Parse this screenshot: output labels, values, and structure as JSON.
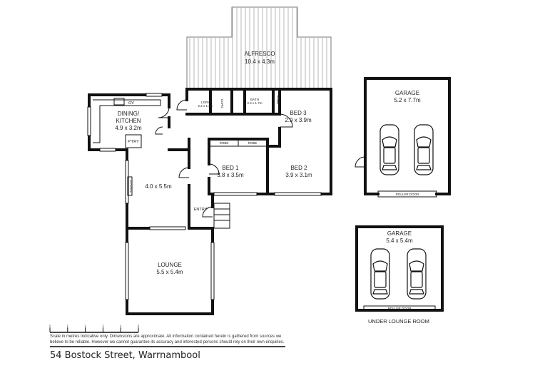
{
  "address": "54 Bostock Street, Warrnambool",
  "disclaimer": "Scale in metres Indicative only. Dimensions are approximate. All information contained herein is gathered from sources we believe to be reliable. However we cannot guarantee its accuracy and interested persons should rely on their own enquiries.",
  "scale_ticks": [
    "0",
    "1",
    "2",
    "3",
    "4",
    "5"
  ],
  "rooms": {
    "alfresco": {
      "name": "ALFRESCO",
      "size": "10.4 x 4.3m"
    },
    "dining": {
      "name1": "DINING/",
      "name2": "KITCHEN",
      "size": "4.9 x 3.2m"
    },
    "oven": "OV",
    "pantry": "P'TRY",
    "laundry": {
      "name": "L'DRY",
      "size": "2.2 x 1.3m"
    },
    "cupboard": "CUPD",
    "bath": {
      "name": "BATH",
      "size": "2.2 x 1.7m"
    },
    "robe_bed3": "ROBE",
    "bed3": {
      "name": "BED 3",
      "size": "2.9 x 3.9m"
    },
    "robe1": "ROBE",
    "robe2": "ROBE",
    "bed1": {
      "name": "BED 1",
      "size": "3.8 x 3.5m"
    },
    "bed2": {
      "name": "BED 2",
      "size": "3.9 x 3.1m"
    },
    "family": {
      "size": "4.0 x 5.5m"
    },
    "fireplace": "F/PLACE",
    "entry": "ENTRY",
    "lounge": {
      "name": "LOUNGE",
      "size": "5.5 x 5.4m"
    },
    "garage1": {
      "name": "GARAGE",
      "size": "5.2 x 7.7m",
      "door": "ROLLER DOOR"
    },
    "garage2": {
      "name": "GARAGE",
      "size": "5.4 x 5.4m",
      "door": "ROLLER DOOR"
    }
  },
  "under_lounge": "UNDER LOUNGE ROOM"
}
